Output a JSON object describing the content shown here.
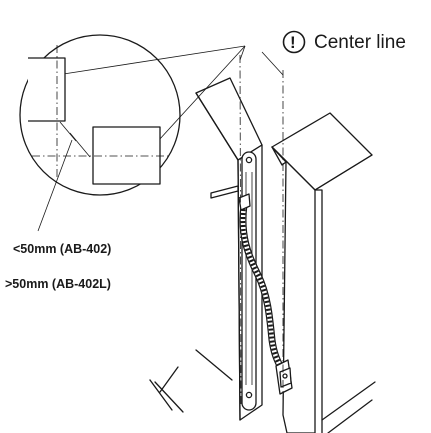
{
  "callout": {
    "icon": "exclamation-circle-icon",
    "glyph": "!",
    "text": "Center line"
  },
  "dimensions": [
    {
      "text": "<50mm  (AB-402)"
    },
    {
      "text": ">50mm  (AB-402L)"
    }
  ],
  "colors": {
    "ink": "#1a1a1a",
    "background": "#ffffff"
  }
}
